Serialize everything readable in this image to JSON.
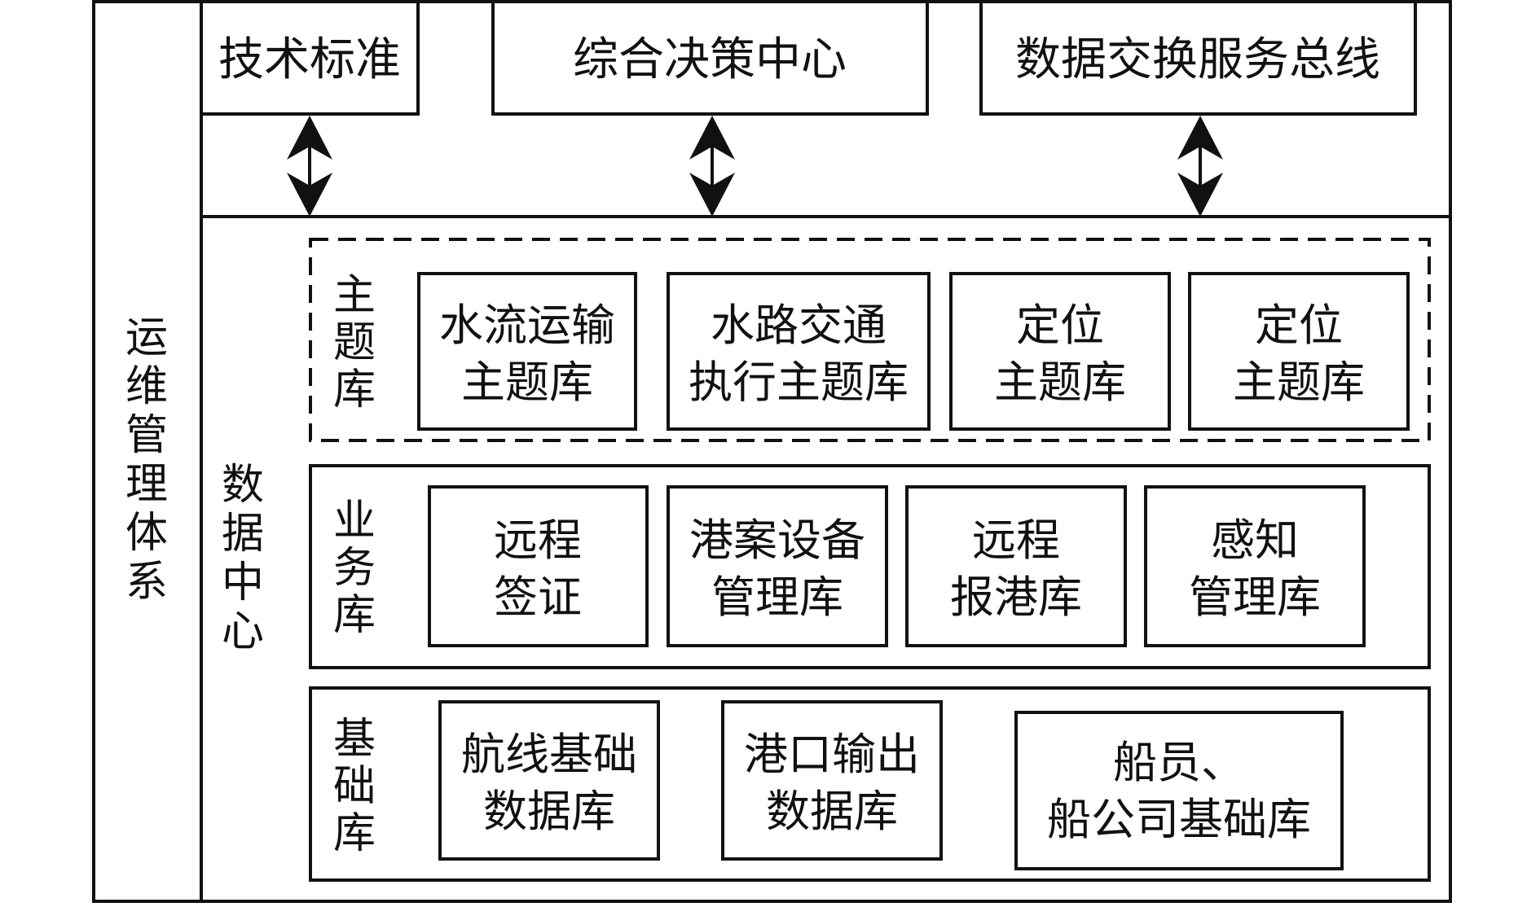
{
  "side_panel": {
    "label": [
      "运",
      "维",
      "管",
      "理",
      "体",
      "系"
    ]
  },
  "top_boxes": [
    {
      "label": "技术标准"
    },
    {
      "label": "综合决策中心"
    },
    {
      "label": "数据交换服务总线"
    }
  ],
  "data_center": {
    "label": [
      "数",
      "据",
      "中",
      "心"
    ],
    "theme": {
      "label": [
        "主",
        "题",
        "库"
      ],
      "boxes": [
        {
          "lines": [
            "水流运输",
            "主题库"
          ]
        },
        {
          "lines": [
            "水路交通",
            "执行主题库"
          ]
        },
        {
          "lines": [
            "定位",
            "主题库"
          ]
        },
        {
          "lines": [
            "定位",
            "主题库"
          ]
        }
      ]
    },
    "business": {
      "label": [
        "业",
        "务",
        "库"
      ],
      "boxes": [
        {
          "lines": [
            "远程",
            "签证"
          ]
        },
        {
          "lines": [
            "港案设备",
            "管理库"
          ]
        },
        {
          "lines": [
            "远程",
            "报港库"
          ]
        },
        {
          "lines": [
            "感知",
            "管理库"
          ]
        }
      ]
    },
    "basic": {
      "label": [
        "基",
        "础",
        "库"
      ],
      "boxes": [
        {
          "lines": [
            "航线基础",
            "数据库"
          ]
        },
        {
          "lines": [
            "港口输出",
            "数据库"
          ]
        },
        {
          "lines": [
            "船员、",
            "船公司基础库"
          ]
        }
      ]
    }
  }
}
